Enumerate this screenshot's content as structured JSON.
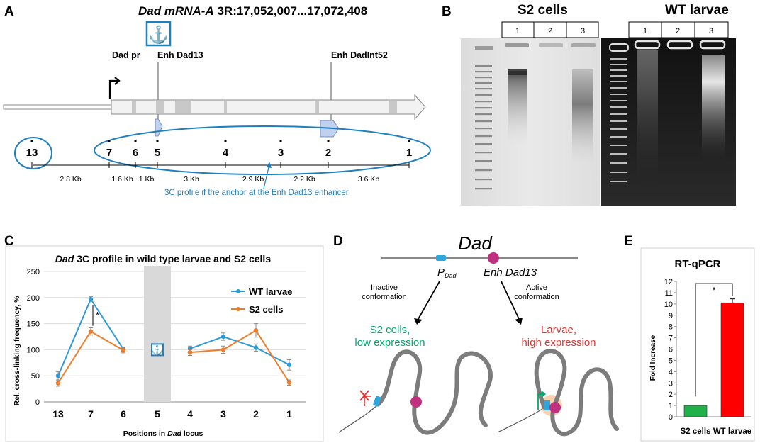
{
  "panels": {
    "a": "A",
    "b": "B",
    "c": "C",
    "d": "D",
    "e": "E"
  },
  "panel_a": {
    "gene_name": "Dad mRNA-A",
    "coords": " 3R:17,052,007...17,072,408",
    "anchor_symbol": "⚓",
    "label_dad_pr": "Dad pr",
    "label_enh13": "Enh Dad13",
    "label_enh52": "Enh DadInt52",
    "positions": [
      "13",
      "7",
      "6",
      "5",
      "4",
      "3",
      "2",
      "1"
    ],
    "distances": [
      "2.8 Kb",
      "1.6 Kb",
      "1 Kb",
      "3 Kb",
      "2.9 Kb",
      "2.2 Kb",
      "3.6 Kb"
    ],
    "caption": "3C profile if the anchor at the Enh Dad13 enhancer",
    "accent": "#1f7fc0"
  },
  "panel_b": {
    "title_left": "S2 cells",
    "title_right": "WT larvae",
    "lanes_left": [
      "1",
      "2",
      "3"
    ],
    "lanes_right": [
      "1",
      "2",
      "3"
    ]
  },
  "panel_c": {
    "chart_data": {
      "type": "line",
      "title_italic": "Dad",
      "title_rest": " 3C profile in wild type larvae and S2 cells",
      "ylabel": "Rel. cross-linking frequency, %",
      "xlabel_pre": "Positions in ",
      "xlabel_italic": "Dad",
      "xlabel_post": " locus",
      "categories": [
        "13",
        "7",
        "6",
        "5",
        "4",
        "3",
        "2",
        "1"
      ],
      "ylim": [
        0,
        250
      ],
      "yticks": [
        "0",
        "50",
        "100",
        "150",
        "200",
        "250"
      ],
      "grid": true,
      "legend_position": "top-right",
      "significance": "*",
      "anchor_symbol": "⚓",
      "series": [
        {
          "name": "WT larvae",
          "color": "#2e9ad8",
          "left": [
            50,
            197,
            101
          ],
          "right": [
            102,
            125,
            104,
            71
          ],
          "left_err": [
            8,
            5,
            4
          ],
          "right_err": [
            5,
            7,
            7,
            10
          ]
        },
        {
          "name": "S2 cells",
          "color": "#f07d2c",
          "left": [
            36,
            135,
            99
          ],
          "right": [
            95,
            100,
            137,
            37
          ],
          "left_err": [
            6,
            7,
            5
          ],
          "right_err": [
            6,
            7,
            13,
            5
          ]
        }
      ]
    }
  },
  "panel_d": {
    "title": "Dad",
    "p_label": "P",
    "p_sub": "Dad",
    "enh_label": "Enh Dad13",
    "inactive": [
      "Inactive",
      "conformation"
    ],
    "active": [
      "Active",
      "conformation"
    ],
    "s2": [
      "S2 cells,",
      "low expression"
    ],
    "larvae": [
      "Larvae,",
      "high expression"
    ],
    "green": "#00a86b",
    "red": "#e8322d",
    "magenta": "#c0307f"
  },
  "panel_e": {
    "chart_data": {
      "type": "bar",
      "title": "RT-qPCR",
      "ylabel": "Fold Increase",
      "categories": [
        "S2 cells",
        "WT larvae"
      ],
      "values": [
        1,
        10.1
      ],
      "errors": [
        0,
        0.35
      ],
      "colors": [
        "#21b14a",
        "#ff0000"
      ],
      "ylim": [
        0,
        12
      ],
      "yticks": [
        "0",
        "1",
        "2",
        "3",
        "4",
        "5",
        "6",
        "7",
        "8",
        "9",
        "10",
        "11",
        "12"
      ],
      "significance": "*"
    }
  }
}
